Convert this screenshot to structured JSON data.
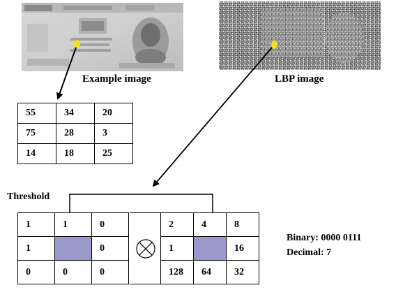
{
  "captions": {
    "example_image": "Example image",
    "lbp_image": "LBP image",
    "threshold": "Threshold"
  },
  "pixel_grid": [
    [
      "55",
      "34",
      "20"
    ],
    [
      "75",
      "28",
      "3"
    ],
    [
      "14",
      "18",
      "25"
    ]
  ],
  "threshold_grid": [
    [
      "1",
      "1",
      "0"
    ],
    [
      "1",
      "",
      "0"
    ],
    [
      "0",
      "0",
      "0"
    ]
  ],
  "weight_grid": [
    [
      "2",
      "4",
      "8"
    ],
    [
      "1",
      "",
      "16"
    ],
    [
      "128",
      "64",
      "32"
    ]
  ],
  "result": {
    "binary": "Binary: 0000 0111",
    "decimal": "Decimal: 7"
  },
  "colors": {
    "marker": "#f0e020",
    "shaded_cell": "#9999cc"
  },
  "icons": {
    "operator": "circled-times-icon"
  }
}
